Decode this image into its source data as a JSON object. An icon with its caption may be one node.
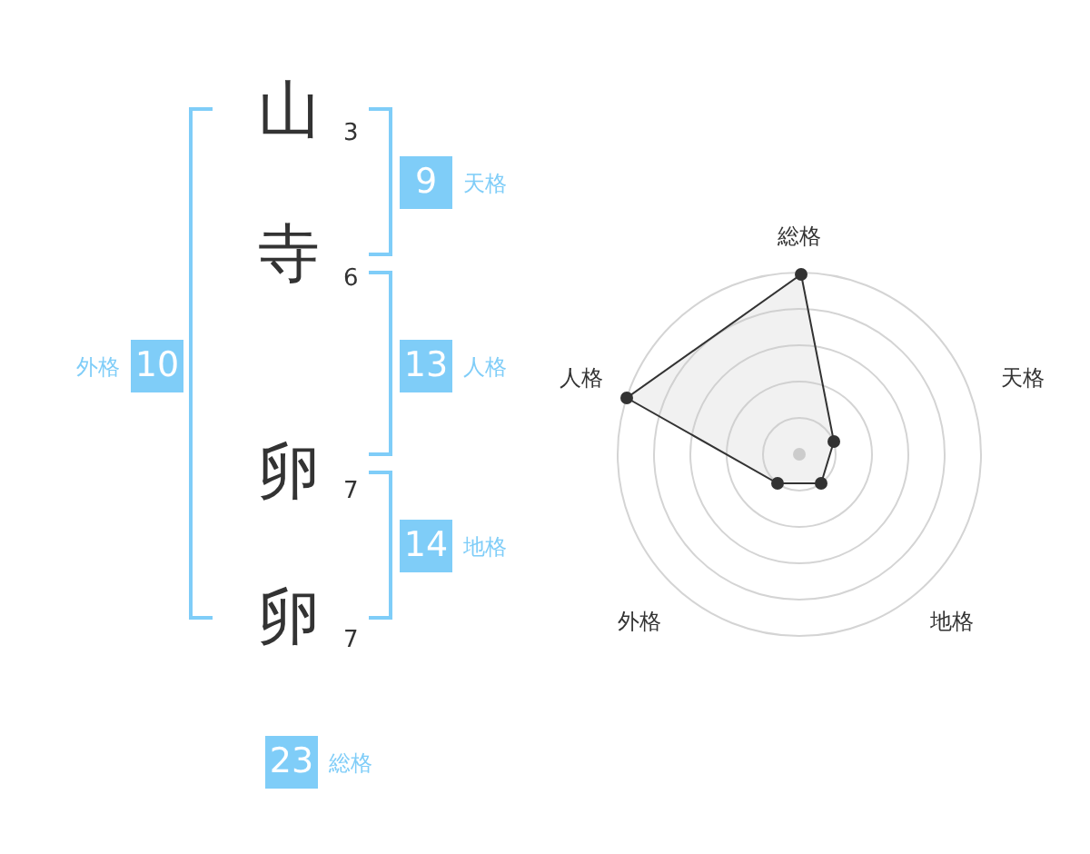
{
  "diagram": {
    "nodes": [
      {
        "text": [
          "9"
        ],
        "beside": [
          "天格"
        ]
      },
      {
        "text": [
          "10"
        ],
        "beside": [
          "外格"
        ]
      },
      {
        "text": [
          "13"
        ],
        "beside": [
          "人格"
        ]
      },
      {
        "text": [
          "14"
        ],
        "beside": [
          "地格"
        ]
      },
      {
        "text": [
          "23"
        ],
        "beside": [
          "総格"
        ]
      }
    ],
    "labels": [
      "山",
      "3",
      "寺",
      "6",
      "卵",
      "7",
      "卵",
      "7",
      "総格",
      "天格",
      "人格",
      "外格",
      "地格"
    ]
  }
}
